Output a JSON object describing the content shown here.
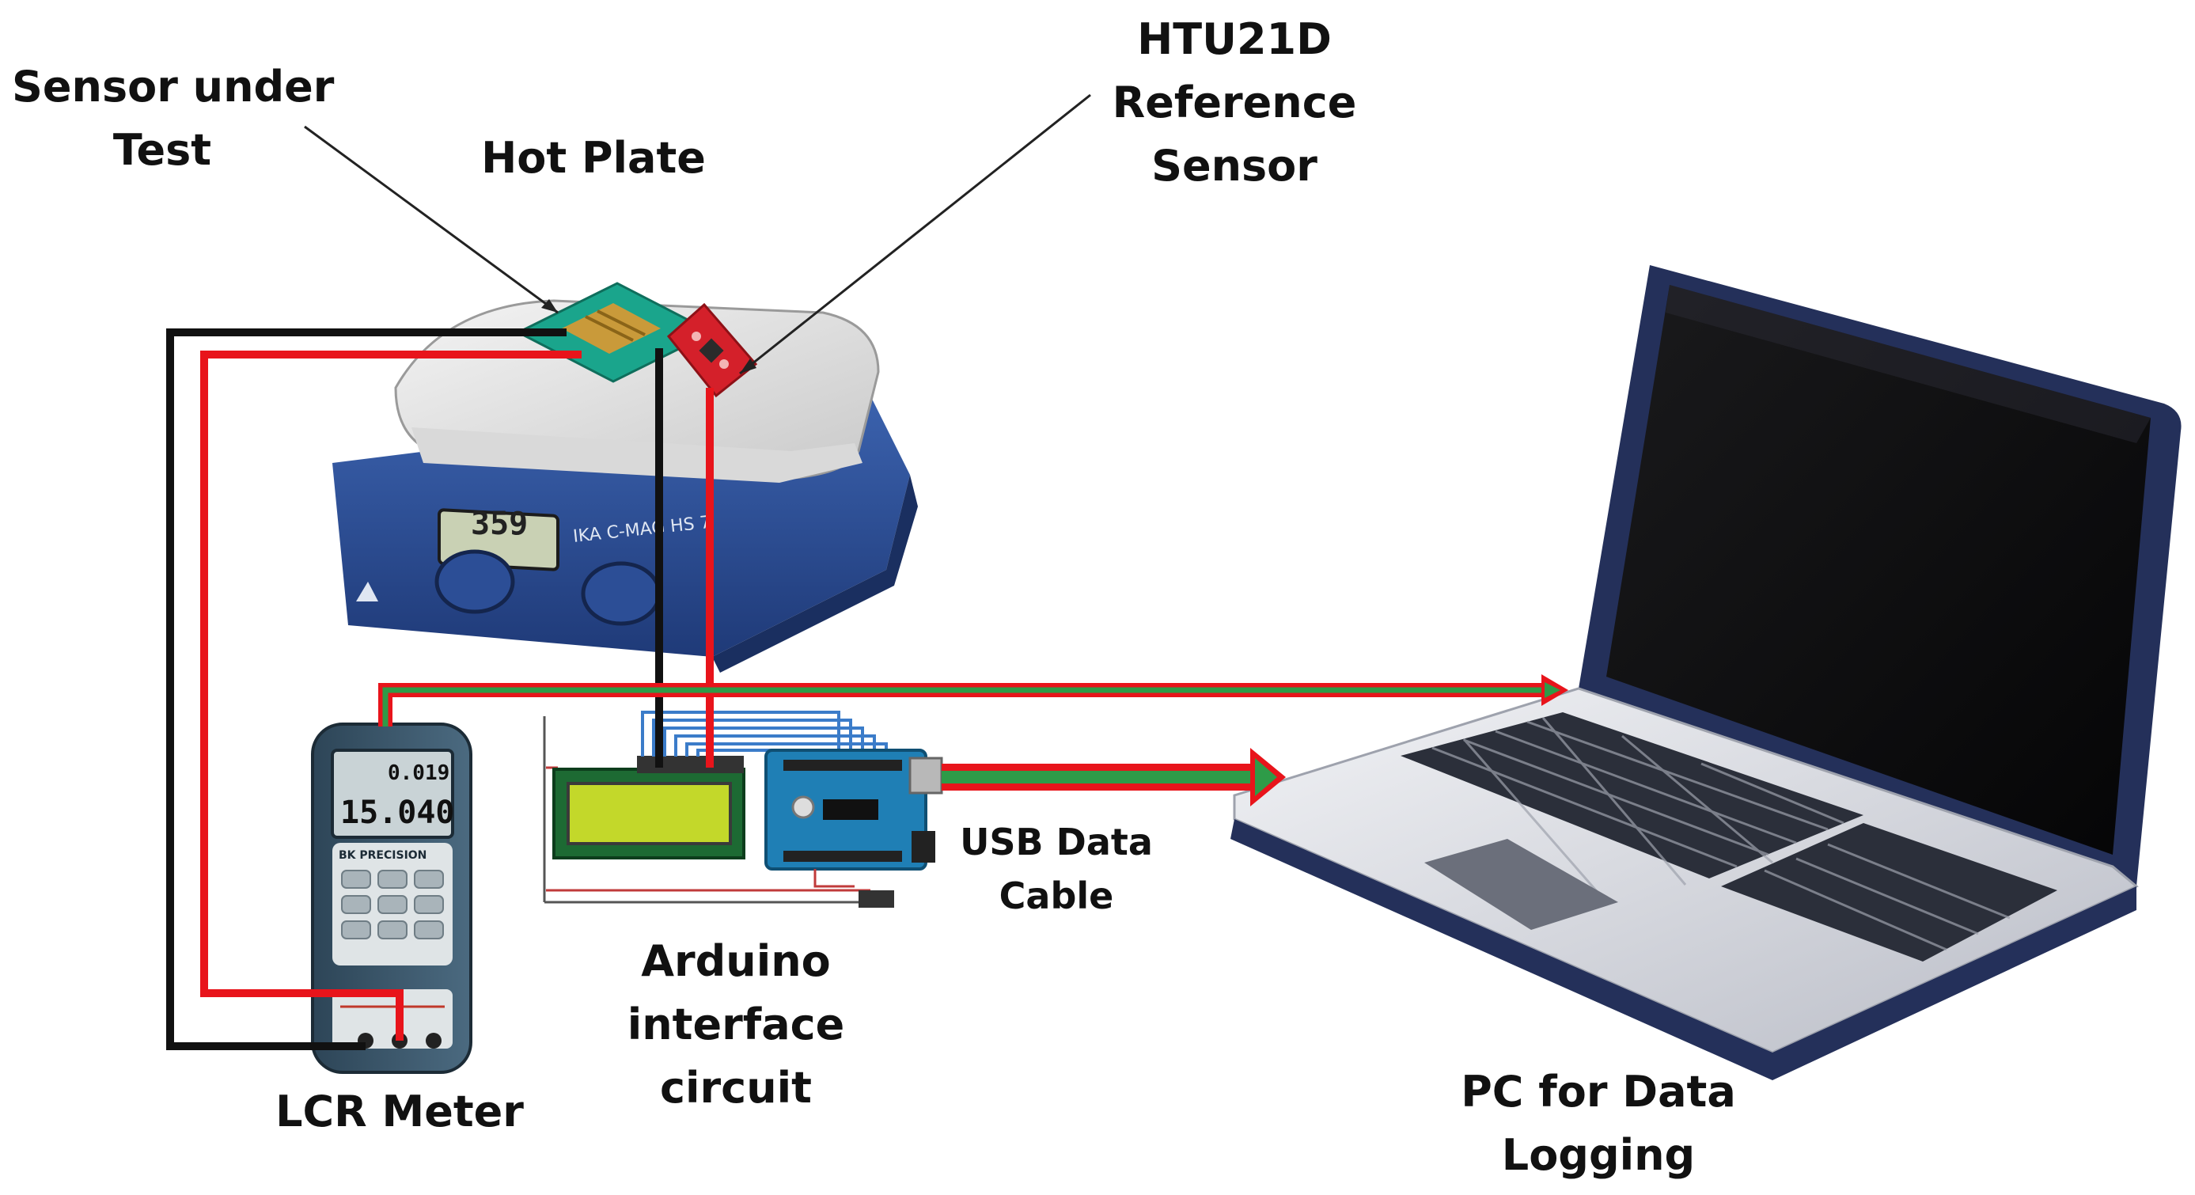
{
  "labels": {
    "sensor_under_test": [
      "Sensor under",
      "Test"
    ],
    "hot_plate": "Hot Plate",
    "htu21d": [
      "HTU21D",
      "Reference",
      "Sensor"
    ],
    "usb_cable": [
      "USB Data",
      "Cable"
    ],
    "arduino": [
      "Arduino",
      "interface",
      "circuit"
    ],
    "lcr_meter": "LCR Meter",
    "pc": [
      "PC for Data",
      "Logging"
    ]
  },
  "devices": {
    "lcr_display_top": "0.019",
    "lcr_display_main": "15.040",
    "lcr_brand": "BK PRECISION",
    "hotplate_display": "359",
    "hotplate_brand": "IKA C-MAG HS 7"
  },
  "colors": {
    "wire_black": "#111111",
    "wire_red": "#e8141b",
    "data_arrow_green": "#2e9b48",
    "data_arrow_red": "#e8141b",
    "laptop_frame": "#24305a",
    "lcd_green": "#c3d82a",
    "arduino_blue": "#1f7fb5",
    "sensor_teal": "#1aa58c",
    "htu_red": "#d4202a",
    "hotplate_blue": "#2c4d94"
  }
}
